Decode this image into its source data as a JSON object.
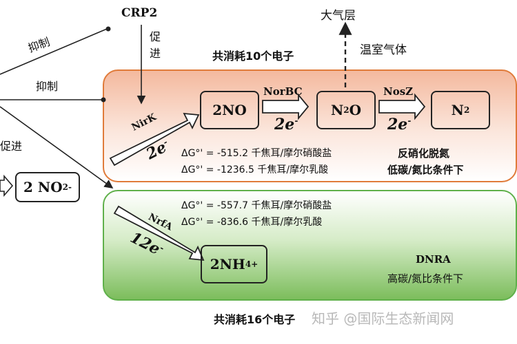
{
  "top": {
    "crp2": "CRP2",
    "promote_vert": "促\n进",
    "consume10": "共消耗10个电子",
    "atmosphere": "大气层",
    "greenhouse": "温室气体"
  },
  "left": {
    "inhibit1": "抑制",
    "inhibit2": "抑制",
    "promote": "促进",
    "no2": "2 NO",
    "no2_sub": "2",
    "no2_sup": "-"
  },
  "denit": {
    "nirk": "NirK",
    "nirk_e": "2e",
    "box_no": "2NO",
    "norbc": "NorBC",
    "norbc_e": "2e",
    "box_n2o": "N",
    "n2o_sub": "2",
    "n2o_o": "O",
    "nosz": "NosZ",
    "nosz_e": "2e",
    "box_n2": "N",
    "n2_sub": "2",
    "dg1": "ΔG°' = -515.2 千焦耳/摩尔硝酸盐",
    "dg2": "ΔG°' = -1236.5 千焦耳/摩尔乳酸",
    "label1": "反硝化脱氮",
    "label2": "低碳/氮比条件下"
  },
  "dnra": {
    "dg1": "ΔG°' = -557.7 千焦耳/摩尔硝酸盐",
    "dg2": "ΔG°' = -836.6 千焦耳/摩尔乳酸",
    "nrfa": "NrfA",
    "nrfa_e": "12e",
    "box_nh4": "2NH",
    "nh4_sub": "4",
    "nh4_sup": "+",
    "label1": "DNRA",
    "label2": "高碳/氮比条件下"
  },
  "bottom": {
    "consume16": "共消耗16个电子",
    "watermark": "知乎 @国际生态新闻网"
  },
  "colors": {
    "denit_panel": "#f3a98a",
    "dnra_panel": "#8cc66e"
  }
}
